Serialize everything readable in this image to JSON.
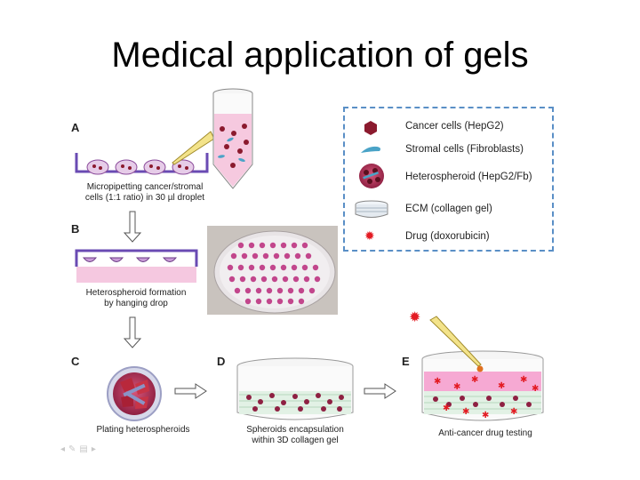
{
  "slide": {
    "title": "Medical application of gels"
  },
  "panels": {
    "a": {
      "letter": "A",
      "caption_line1": "Micropipetting  cancer/stromal",
      "caption_line2": "cells (1:1 ratio) in 30 µl droplet"
    },
    "b": {
      "letter": "B",
      "caption_line1": "Heterospheroid  formation",
      "caption_line2": "by hanging  drop"
    },
    "c": {
      "letter": "C",
      "caption_line1": "Plating  heterospheroids"
    },
    "d": {
      "letter": "D",
      "caption_line1": "Spheroids  encapsulation",
      "caption_line2": "within  3D collagen  gel"
    },
    "e": {
      "letter": "E",
      "caption_line1": "Anti-cancer  drug testing"
    }
  },
  "legend": {
    "items": [
      {
        "label": "Cancer cells (HepG2)",
        "icon": "cancer-cell-icon"
      },
      {
        "label": "Stromal cells (Fibroblasts)",
        "icon": "stromal-cell-icon"
      },
      {
        "label": "Heterospheroid (HepG2/Fb)",
        "icon": "heterospheroid-icon"
      },
      {
        "label": "ECM (collagen gel)",
        "icon": "ecm-icon"
      },
      {
        "label": "Drug (doxorubicin)",
        "icon": "drug-icon"
      }
    ]
  },
  "colors": {
    "cancer": "#8b1a2e",
    "stromal": "#4aa3c7",
    "spheroid": "#c0394b",
    "ecm": "#dfe6ee",
    "drug": "#e31b23",
    "pink_medium": "#f4b6d3",
    "legend_border": "#5a8fc6"
  }
}
